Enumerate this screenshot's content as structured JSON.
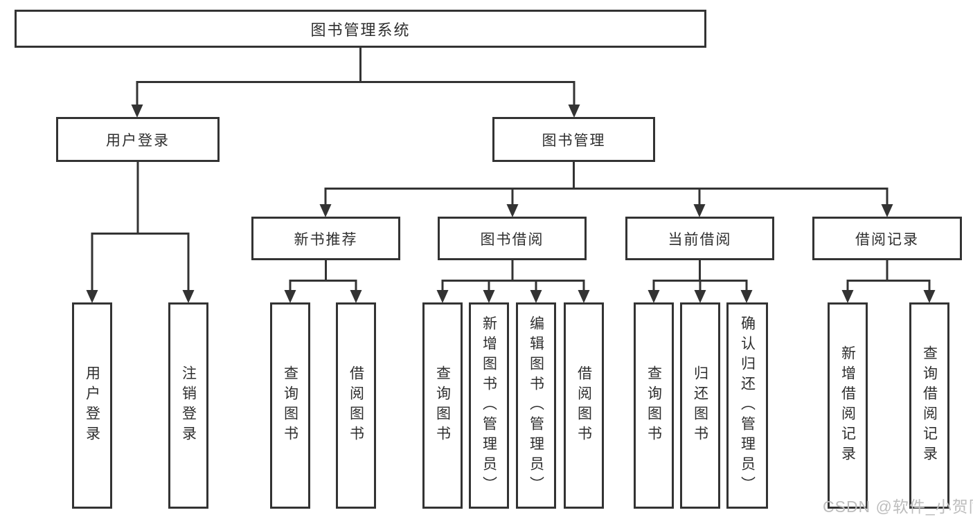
{
  "colors": {
    "line": "#333333",
    "text": "#2e2e2e",
    "box-bg": "#ffffff",
    "watermark-color": "#bdbdbd",
    "background": "#ffffff"
  },
  "watermark": {
    "text": "CSDN @软件_小贺同学"
  },
  "tree": {
    "label": "图书管理系统",
    "children": [
      {
        "label": "用户登录",
        "children": [
          {
            "label": "用户登录"
          },
          {
            "label": "注销登录"
          }
        ]
      },
      {
        "label": "图书管理",
        "children": [
          {
            "label": "新书推荐",
            "children": [
              {
                "label": "查询图书"
              },
              {
                "label": "借阅图书"
              }
            ]
          },
          {
            "label": "图书借阅",
            "children": [
              {
                "label": "查询图书"
              },
              {
                "label": "新增图书（管理员）"
              },
              {
                "label": "编辑图书（管理员）"
              },
              {
                "label": "借阅图书"
              }
            ]
          },
          {
            "label": "当前借阅",
            "children": [
              {
                "label": "查询图书"
              },
              {
                "label": "归还图书"
              },
              {
                "label": "确认归还（管理员）"
              }
            ]
          },
          {
            "label": "借阅记录",
            "children": [
              {
                "label": "新增借阅记录"
              },
              {
                "label": "查询借阅记录"
              }
            ]
          }
        ]
      }
    ]
  }
}
